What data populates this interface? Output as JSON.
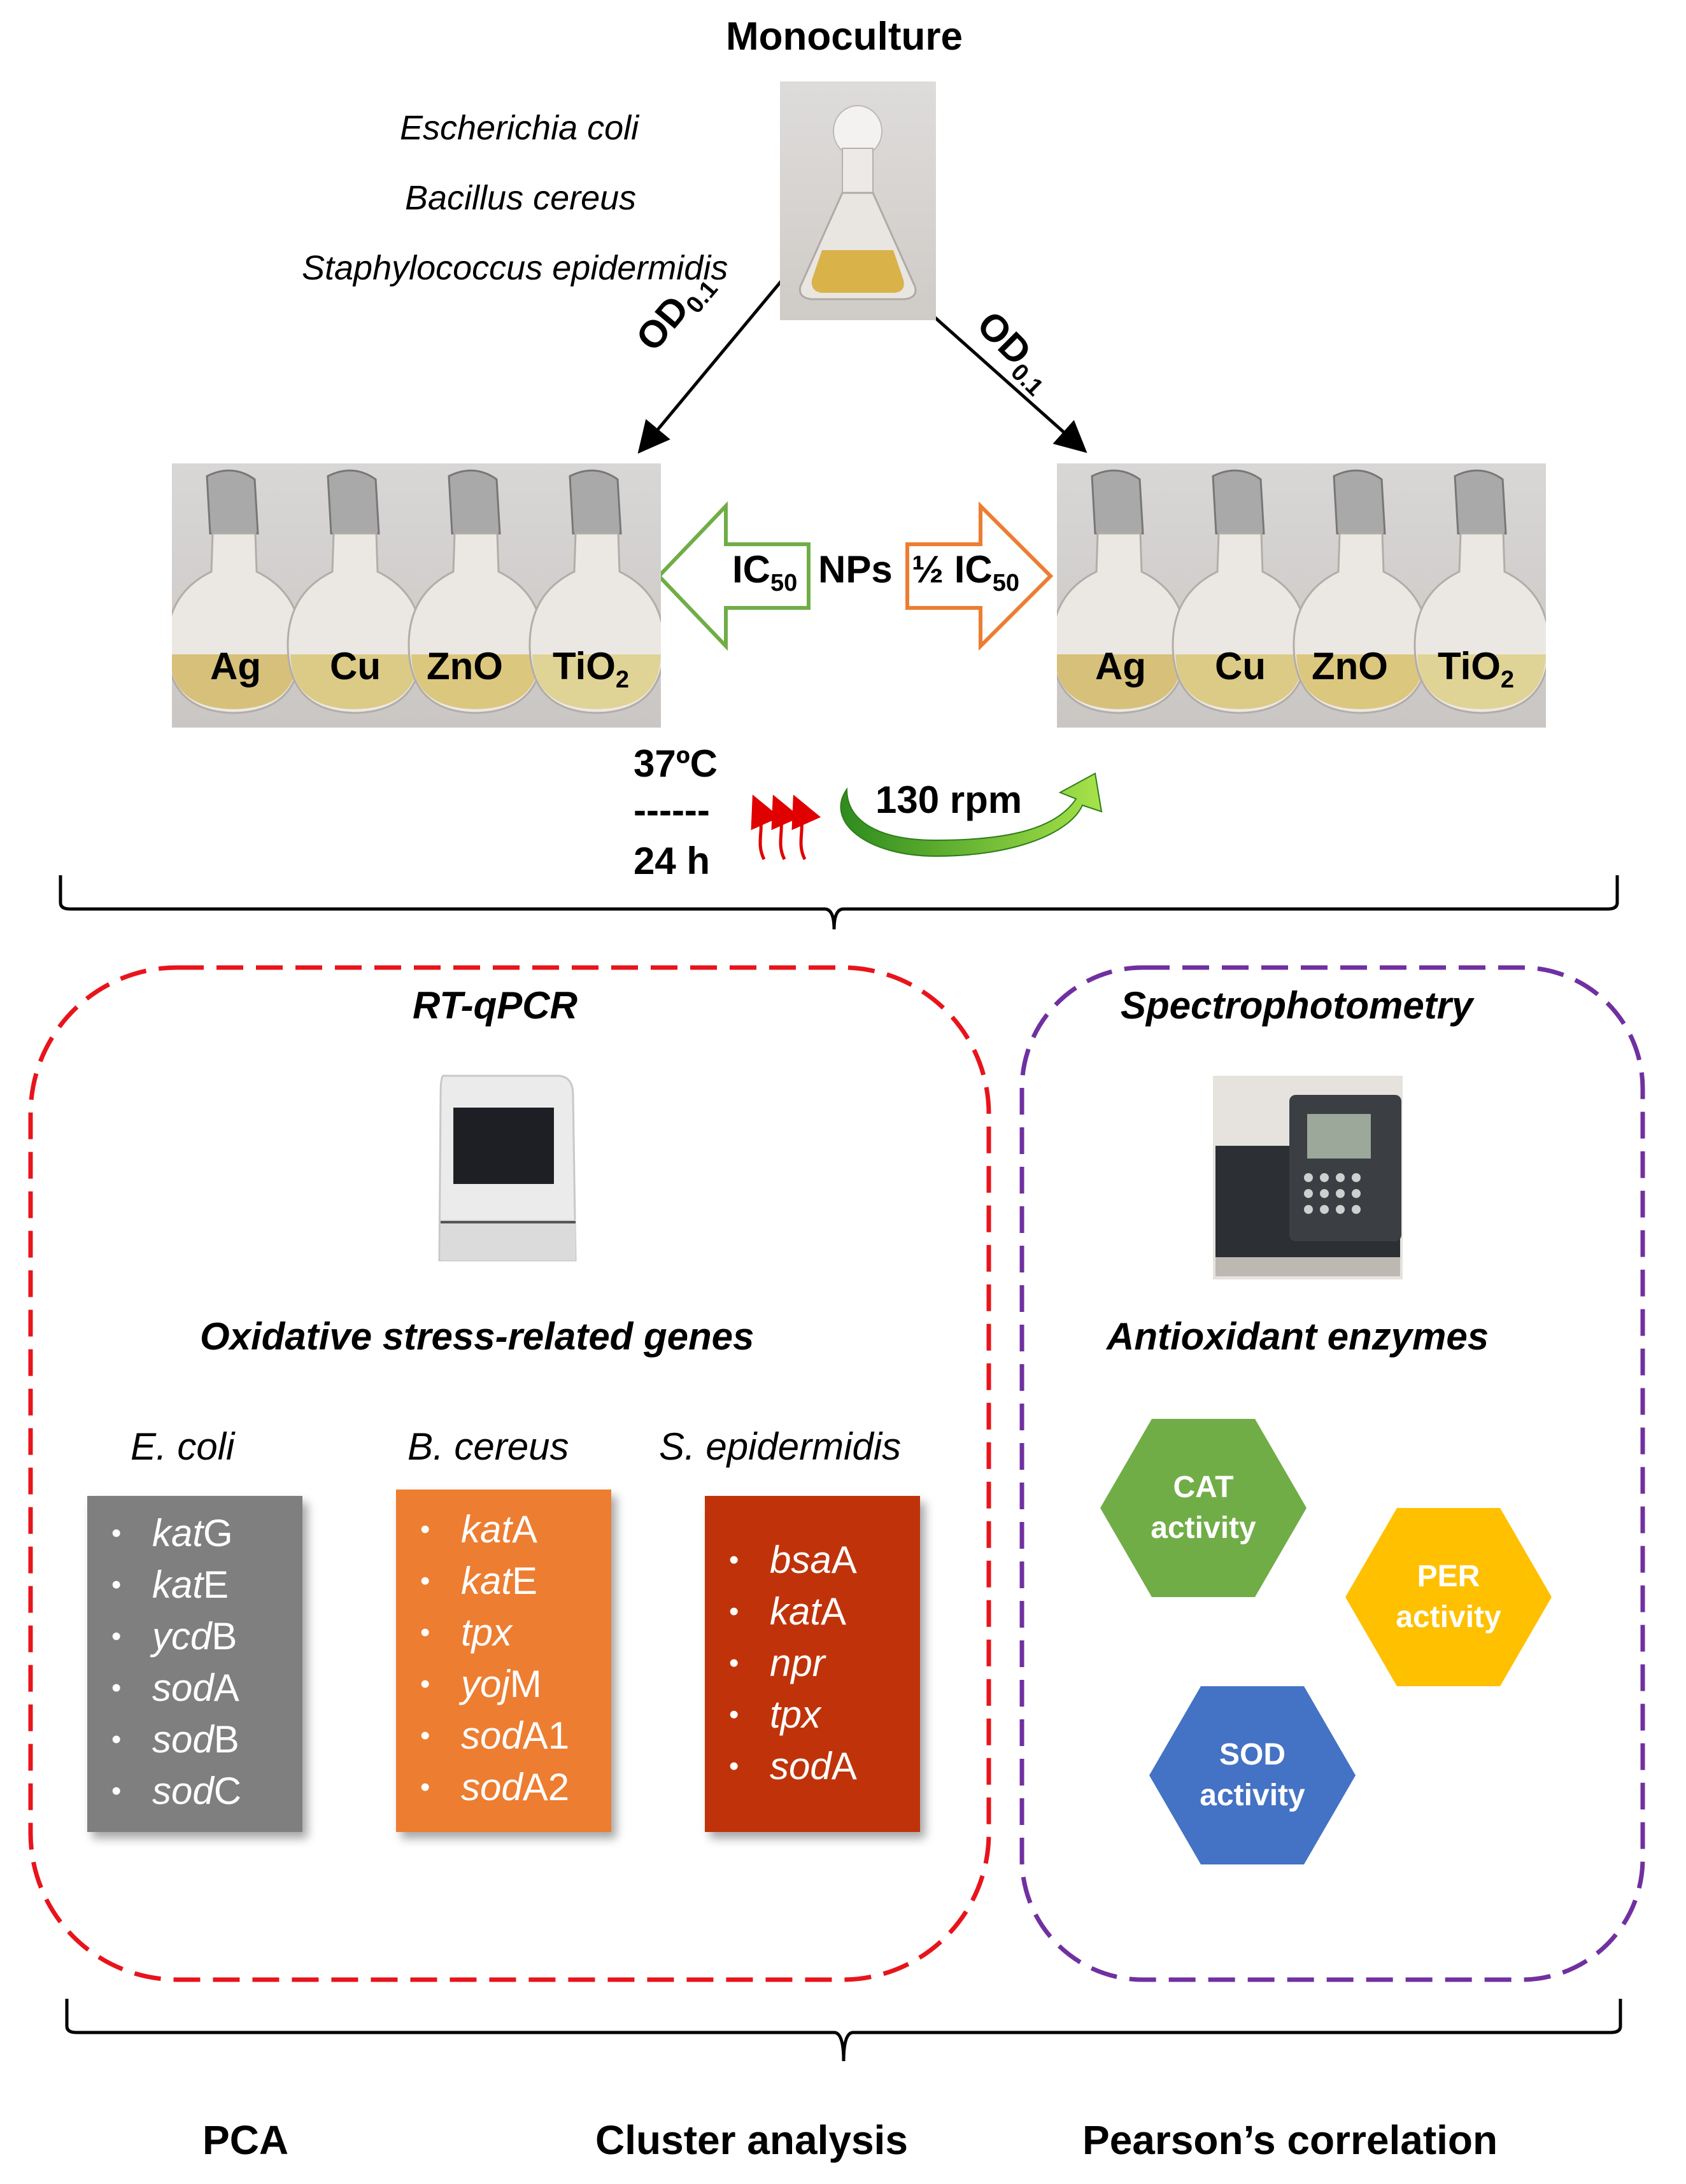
{
  "monoculture": {
    "title": "Monoculture",
    "species": [
      "Escherichia coli",
      "Bacillus cereus",
      "Staphylococcus epidermidis"
    ]
  },
  "inoculum": {
    "base": "OD",
    "sub": "0.1"
  },
  "treatment": {
    "center_label": "NPs",
    "left_dose": {
      "base": "IC",
      "sub": "50"
    },
    "right_dose": {
      "prefix": "½ ",
      "base": "IC",
      "sub": "50"
    },
    "nanoparticles": [
      "Ag",
      "Cu",
      "ZnO",
      "TiO",
      "2"
    ]
  },
  "incubation": {
    "temperature": "37ºC",
    "separator": "------",
    "time": "24 h",
    "shaking": "130 rpm"
  },
  "rtqpcr": {
    "title": "RT-qPCR",
    "subtitle": "Oxidative stress-related genes",
    "groups": [
      {
        "organism": "E. coli",
        "color": "#7f7f7f",
        "genes": [
          [
            "kat",
            "G"
          ],
          [
            "kat",
            "E"
          ],
          [
            "ycd",
            "B"
          ],
          [
            "sod",
            "A"
          ],
          [
            "sod",
            "B"
          ],
          [
            "sod",
            "C"
          ]
        ]
      },
      {
        "organism": "B. cereus",
        "color": "#ed7d31",
        "genes": [
          [
            "kat",
            "A"
          ],
          [
            "kat",
            "E"
          ],
          [
            "tpx",
            ""
          ],
          [
            "yoj",
            "M"
          ],
          [
            "sod",
            "A1"
          ],
          [
            "sod",
            "A2"
          ]
        ]
      },
      {
        "organism": "S. epidermidis",
        "color": "#c0330a",
        "genes": [
          [
            "bsa",
            "A"
          ],
          [
            "kat",
            "A"
          ],
          [
            "npr",
            ""
          ],
          [
            "tpx",
            ""
          ],
          [
            "sod",
            "A"
          ]
        ]
      }
    ]
  },
  "spectro": {
    "title": "Spectrophotometry",
    "subtitle": "Antioxidant enzymes",
    "enzymes": [
      {
        "line1": "CAT",
        "line2": "activity",
        "color": "#70ad47"
      },
      {
        "line1": "PER",
        "line2": "activity",
        "color": "#ffc000"
      },
      {
        "line1": "SOD",
        "line2": "activity",
        "color": "#4472c4"
      }
    ]
  },
  "analyses": [
    "PCA",
    "Cluster analysis",
    "Pearson’s correlation"
  ]
}
